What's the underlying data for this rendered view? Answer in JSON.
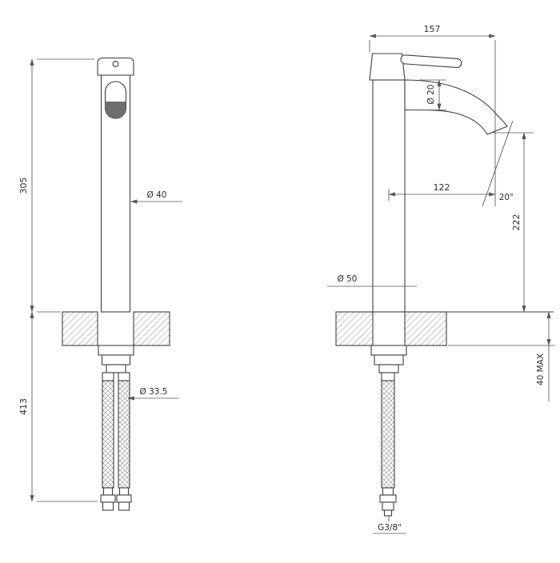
{
  "front_view": {
    "height_above_deck": "305",
    "height_below_deck": "413",
    "body_diameter": "Ø 40",
    "shank_diameter": "Ø 33.5"
  },
  "side_view": {
    "overall_depth": "157",
    "spout_tube_diameter": "Ø 20",
    "spout_reach": "122",
    "spout_angle": "20°",
    "spout_height": "222",
    "base_diameter": "Ø 50",
    "deck_thickness": "40 MAX",
    "connection_thread": "G3/8\""
  },
  "colors": {
    "object_line": "#3f3f3f",
    "dimension_line": "#555555",
    "text": "#2e2e2e",
    "background": "#ffffff"
  }
}
